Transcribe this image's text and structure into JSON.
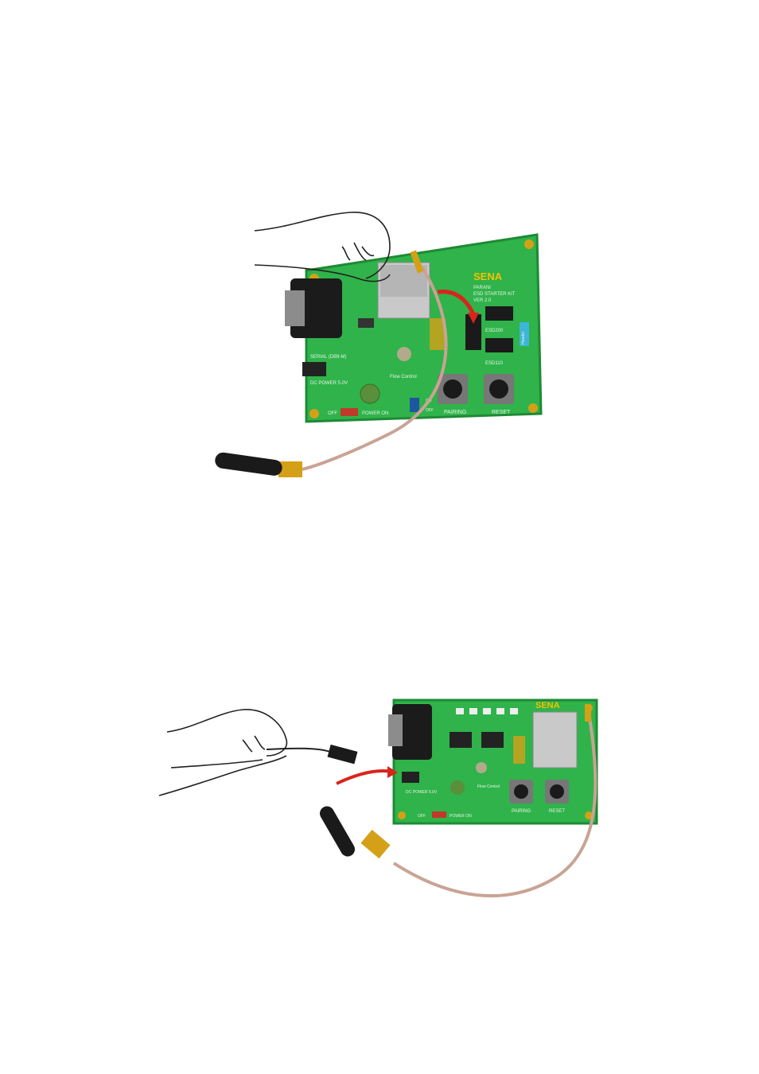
{
  "figure1": {
    "brand": "SENA",
    "board_lines": [
      "PARANI",
      "ESD STARTER KIT",
      "VER 2.0"
    ],
    "labels": {
      "serial": "SERIAL (DB9-M)",
      "dc_power": "DC POWER 5.0V",
      "off": "OFF",
      "power_on": "POWER ON",
      "flow_control": "Flow Control",
      "on": "ON",
      "off_switch": "OFF",
      "pairing": "PAIRING",
      "reset": "RESET",
      "esd200": "ESD200",
      "esd110": "ESD110",
      "header": "Header"
    }
  },
  "figure2": {
    "brand": "SENA",
    "labels": {
      "dc_power": "DC POWER 5.0V",
      "off": "OFF",
      "power_on": "POWER ON",
      "flow_control": "Flow Control",
      "pairing": "PAIRING",
      "reset": "RESET"
    }
  },
  "colors": {
    "pcb": "#2fb34a",
    "pcb_edge": "#1f8a35",
    "arrow": "#d9241c",
    "cable": "#c9a394",
    "gold": "#d4a017"
  }
}
